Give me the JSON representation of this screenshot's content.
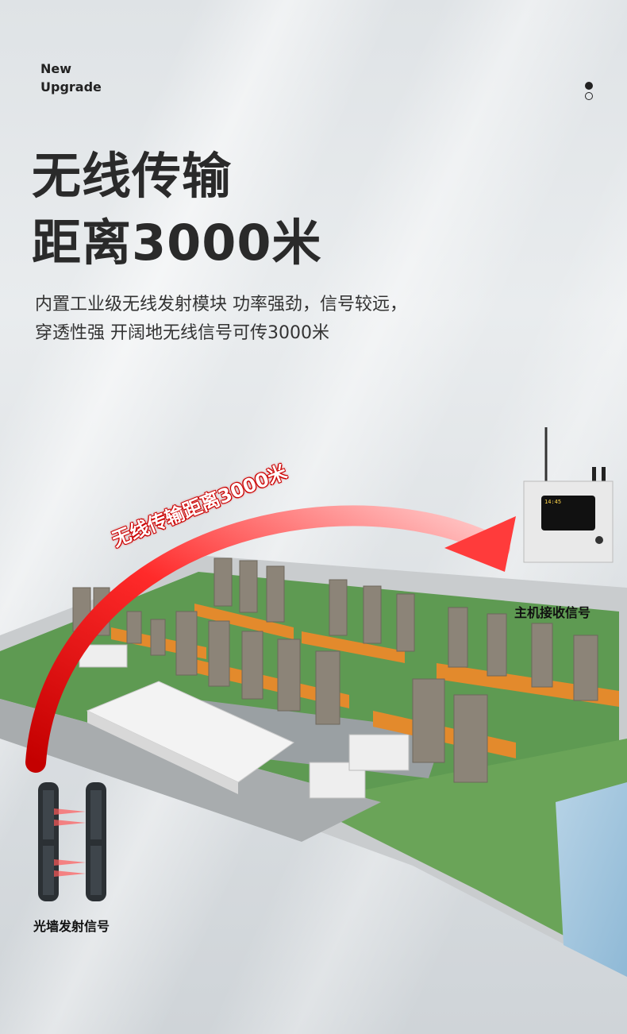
{
  "badge": {
    "line1": "New",
    "line2": "Upgrade"
  },
  "title": {
    "line1": "无线传输",
    "line2": "距离3000米"
  },
  "description": {
    "line1": "内置工业级无线发射模块 功率强劲，信号较远，",
    "line2": "穿透性强 开阔地无线信号可传3000米"
  },
  "arc_label": "无线传输距离3000米",
  "host_label": "主机接收信号",
  "beam_label": "光墙发射信号",
  "host_screen_text": "14:45",
  "colors": {
    "arc": "#e01010",
    "building_orange": "#e38a2c",
    "grass": "#5b9c4d",
    "water": "#9fc6e0"
  }
}
